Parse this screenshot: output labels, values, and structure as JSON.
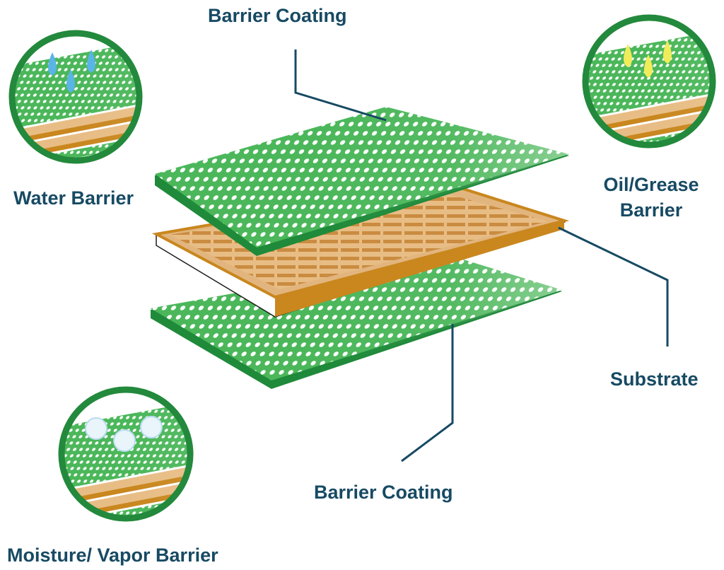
{
  "labels": {
    "top_coating": "Barrier Coating",
    "bottom_coating": "Barrier Coating",
    "substrate": "Substrate",
    "water": "Water Barrier",
    "oil_line1": "Oil/Grease",
    "oil_line2": "Barrier",
    "moisture": "Moisture/ Vapor Barrier"
  },
  "colors": {
    "label_text": "#174a63",
    "leader_line": "#174a63",
    "coating_green": "#4bb75a",
    "coating_edge": "#1f8a3a",
    "substrate_tan": "#e2b57e",
    "substrate_edge": "#c9871e",
    "circle_ring": "#23893c",
    "water_drop": "#5ab4e6",
    "oil_drop": "#f1ec5a",
    "vapor_bubble": "#eaf4fb"
  },
  "icons": [
    "water-drop-icon",
    "oil-drop-icon",
    "vapor-bubble-icon"
  ]
}
